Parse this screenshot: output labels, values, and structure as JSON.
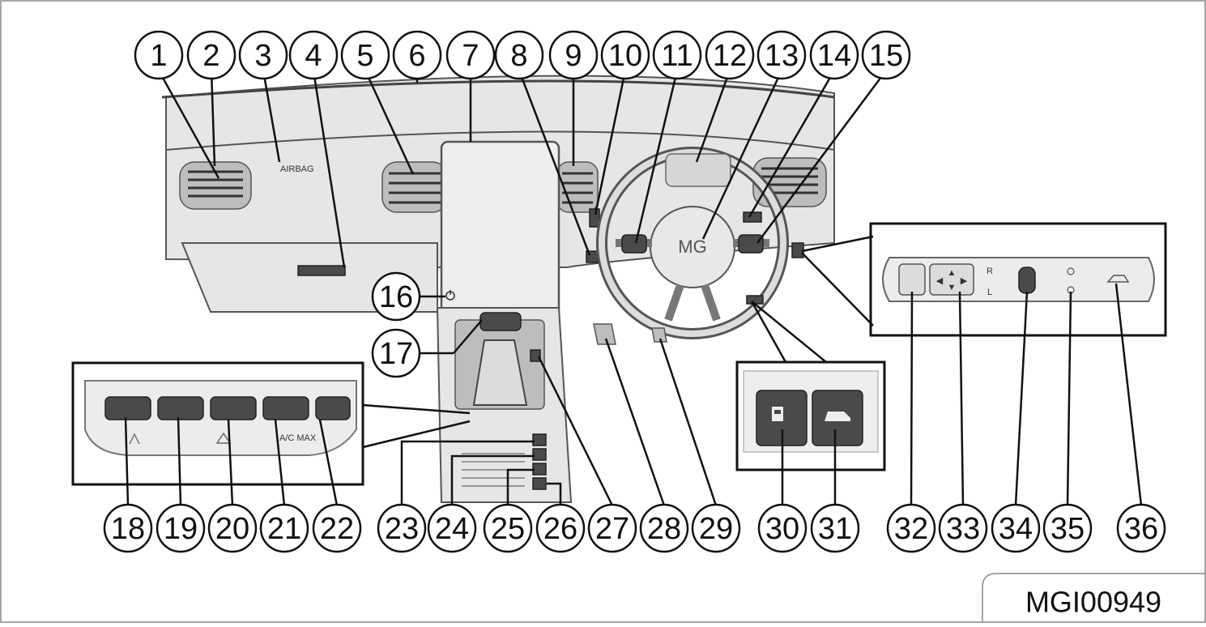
{
  "figure_code": "MGI00949",
  "airbag_text": "AIRBAG",
  "badge_text": "MG",
  "switch_labels": {
    "mirror_right": "R",
    "mirror_left": "L",
    "ac_max": "A/C MAX"
  },
  "callouts": [
    "1",
    "2",
    "3",
    "4",
    "5",
    "6",
    "7",
    "8",
    "9",
    "10",
    "11",
    "12",
    "13",
    "14",
    "15",
    "16",
    "17",
    "18",
    "19",
    "20",
    "21",
    "22",
    "23",
    "24",
    "25",
    "26",
    "27",
    "28",
    "29",
    "30",
    "31",
    "32",
    "33",
    "34",
    "35",
    "36"
  ],
  "icons": {
    "power": "power-icon",
    "hazard": "hazard-triangle-icon",
    "fuel": "fuel-door-icon",
    "trunk": "trunk-release-icon",
    "seat_heat": "seat-heater-icon",
    "tailgate": "tailgate-icon",
    "headlamp_level": "headlamp-leveling-icon",
    "dimmer": "dimmer-icon"
  },
  "colors": {
    "line": "#111111",
    "panel": "#e6e6e6",
    "switch_dark": "#4a4a4a"
  }
}
